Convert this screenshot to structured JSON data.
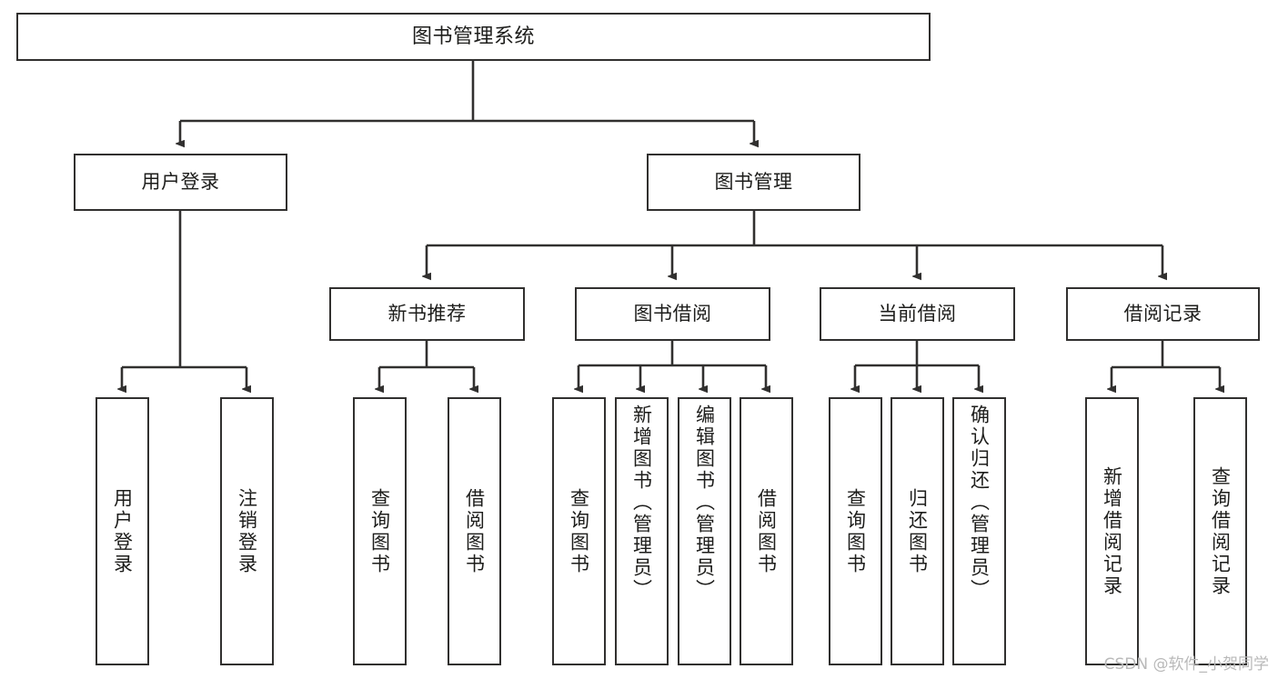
{
  "diagram": {
    "type": "tree-hierarchy-chart",
    "title": "图书管理系统",
    "orientation": "top-down",
    "line_color": "#31302f",
    "box_fill": "#ffffff",
    "text_color": "#1d1d1b",
    "nodes": {
      "root": {
        "label": "图书管理系统"
      },
      "level2": [
        {
          "label": "用户登录"
        },
        {
          "label": "图书管理"
        }
      ],
      "level3": [
        {
          "label": "新书推荐"
        },
        {
          "label": "图书借阅"
        },
        {
          "label": "当前借阅"
        },
        {
          "label": "借阅记录"
        }
      ],
      "leaves_user_login": [
        {
          "label": "用户登录"
        },
        {
          "label": "注销登录"
        }
      ],
      "leaves_new_book": [
        {
          "label": "查询图书"
        },
        {
          "label": "借阅图书"
        }
      ],
      "leaves_borrow": [
        {
          "label": "查询图书"
        },
        {
          "label": "新增图书（管理员）"
        },
        {
          "label": "编辑图书（管理员）"
        },
        {
          "label": "借阅图书"
        }
      ],
      "leaves_current": [
        {
          "label": "查询图书"
        },
        {
          "label": "归还图书"
        },
        {
          "label": "确认归还（管理员）"
        }
      ],
      "leaves_record": [
        {
          "label": "新增借阅记录"
        },
        {
          "label": "查询借阅记录"
        }
      ]
    }
  },
  "watermark": {
    "text": "CSDN @软件_小贺同学"
  }
}
